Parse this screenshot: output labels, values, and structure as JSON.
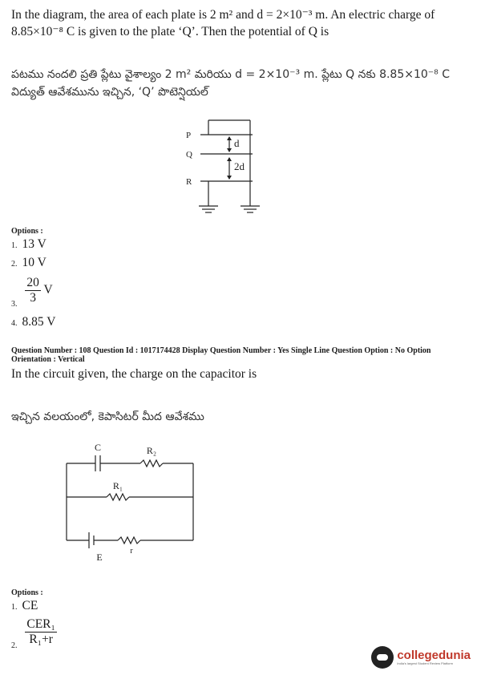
{
  "q1": {
    "text_en": "In the diagram, the area of each plate is 2 m² and d = 2×10⁻³ m. An electric charge of 8.85×10⁻⁸ C is given to the plate ‘Q’. Then the potential of Q is",
    "text_te": "పటము నందలి ప్రతి ప్లేటు వైశాల్యం 2 m² మరియు d = 2×10⁻³ m. ప్లేటు Q నకు 8.85×10⁻⁸ C విద్యుత్ ఆవేశమును ఇచ్చిన, ‘Q’ పొటెన్షియల్",
    "diagram": {
      "plate_p": "P",
      "plate_q": "Q",
      "plate_r": "R",
      "gap1": "d",
      "gap2": "2d"
    },
    "options_header": "Options :",
    "options": [
      {
        "num": "1.",
        "text": "13 V"
      },
      {
        "num": "2.",
        "text": "10 V"
      },
      {
        "num": "3.",
        "numerator": "20",
        "denominator": "3",
        "unit": "V"
      },
      {
        "num": "4.",
        "text": "8.85 V"
      }
    ]
  },
  "q2": {
    "meta_line1": "Question Number : 108 Question Id : 1017174428 Display Question Number : Yes Single Line Question Option : No Option",
    "meta_line2": "Orientation : Vertical",
    "text_en": "In the circuit given, the charge on the capacitor is",
    "text_te": "ఇచ్చిన వలయంలో, కెపాసిటర్ మీద ఆవేశము",
    "diagram": {
      "cap": "C",
      "r2": "R₂",
      "r1": "R₁",
      "r": "r",
      "e": "E"
    },
    "options_header": "Options :",
    "options": [
      {
        "num": "1.",
        "text": "CE"
      },
      {
        "num": "2.",
        "numerator": "CER₁",
        "denominator": "R₁+r"
      }
    ]
  },
  "brand": {
    "name": "collegedunia",
    "tagline": "India's largest Student Review Platform"
  }
}
